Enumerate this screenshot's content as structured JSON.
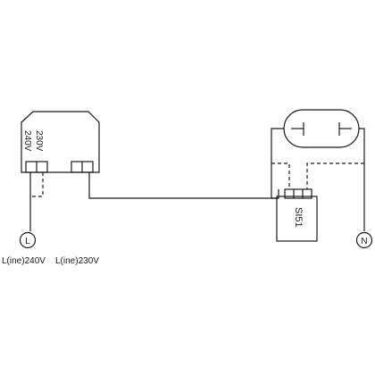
{
  "transformer": {
    "label_230": "230V",
    "label_240": "240V"
  },
  "ballast": {
    "label": "SI51"
  },
  "terminals": {
    "line_symbol": "L",
    "neutral_symbol": "N"
  },
  "captions": {
    "line_240": "L(ine)240V",
    "line_230": "L(ine)230V"
  }
}
